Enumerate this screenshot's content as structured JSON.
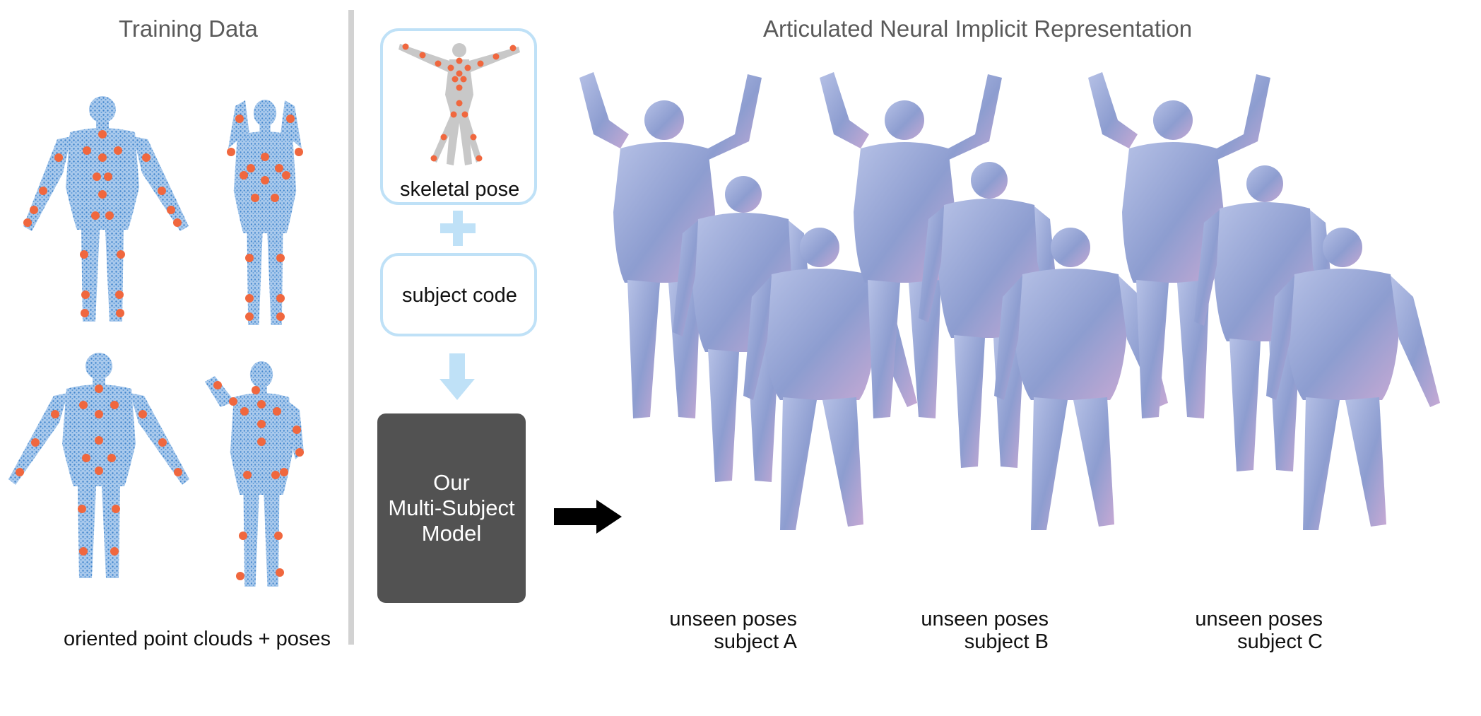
{
  "left_panel": {
    "title": "Training Data",
    "caption": "oriented point clouds + poses"
  },
  "center_panel": {
    "skeletal_pose_label": "skeletal pose",
    "subject_code_label": "subject code",
    "model_label_line1": "Our",
    "model_label_line2": "Multi-Subject",
    "model_label_line3": "Model"
  },
  "right_panel": {
    "title": "Articulated Neural Implicit Representation",
    "groups": [
      {
        "line1": "unseen poses",
        "line2": "subject A"
      },
      {
        "line1": "unseen poses",
        "line2": "subject B"
      },
      {
        "line1": "unseen poses",
        "line2": "subject C"
      }
    ]
  },
  "colors": {
    "point_cloud": "#5b9bd8",
    "joint": "#f0673e",
    "box_border": "#bfe1f7",
    "model_fill": "#525252",
    "mesh": "#9aa8d6"
  }
}
